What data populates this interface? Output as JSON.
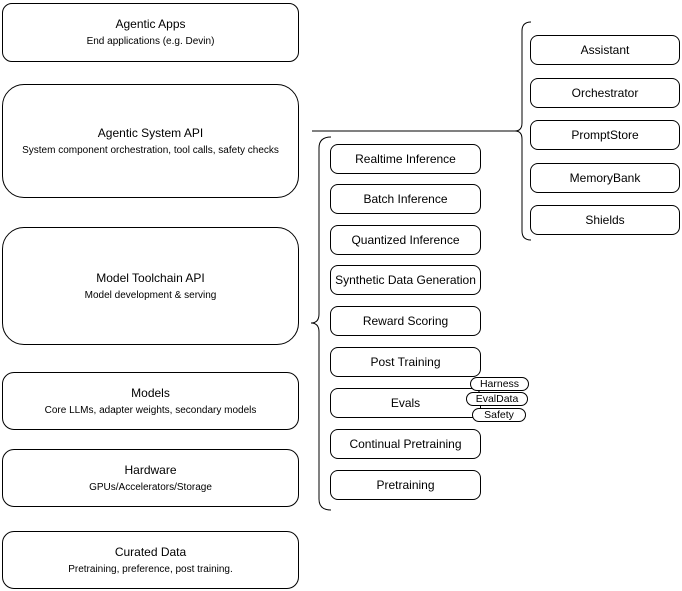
{
  "left_stack": [
    {
      "title": "Agentic Apps",
      "subtitle": "End applications (e.g. Devin)"
    },
    {
      "title": "Agentic System API",
      "subtitle": "System component orchestration, tool calls, safety checks"
    },
    {
      "title": "Model Toolchain API",
      "subtitle": "Model development & serving"
    },
    {
      "title": "Models",
      "subtitle": "Core LLMs, adapter weights, secondary models"
    },
    {
      "title": "Hardware",
      "subtitle": "GPUs/Accelerators/Storage"
    },
    {
      "title": "Curated Data",
      "subtitle": "Pretraining, preference, post training."
    }
  ],
  "toolchain_components": [
    {
      "label": "Realtime Inference"
    },
    {
      "label": "Batch Inference"
    },
    {
      "label": "Quantized Inference"
    },
    {
      "label": "Synthetic Data Generation"
    },
    {
      "label": "Reward Scoring"
    },
    {
      "label": "Post Training"
    },
    {
      "label": "Evals"
    },
    {
      "label": "Continual Pretraining"
    },
    {
      "label": "Pretraining"
    }
  ],
  "eval_tags": [
    {
      "label": "Harness"
    },
    {
      "label": "EvalData"
    },
    {
      "label": "Safety"
    }
  ],
  "system_components": [
    {
      "label": "Assistant"
    },
    {
      "label": "Orchestrator"
    },
    {
      "label": "PromptStore"
    },
    {
      "label": "MemoryBank"
    },
    {
      "label": "Shields"
    }
  ],
  "colors": {
    "stroke": "#000000",
    "fill": "#ffffff",
    "text": "#000000"
  }
}
